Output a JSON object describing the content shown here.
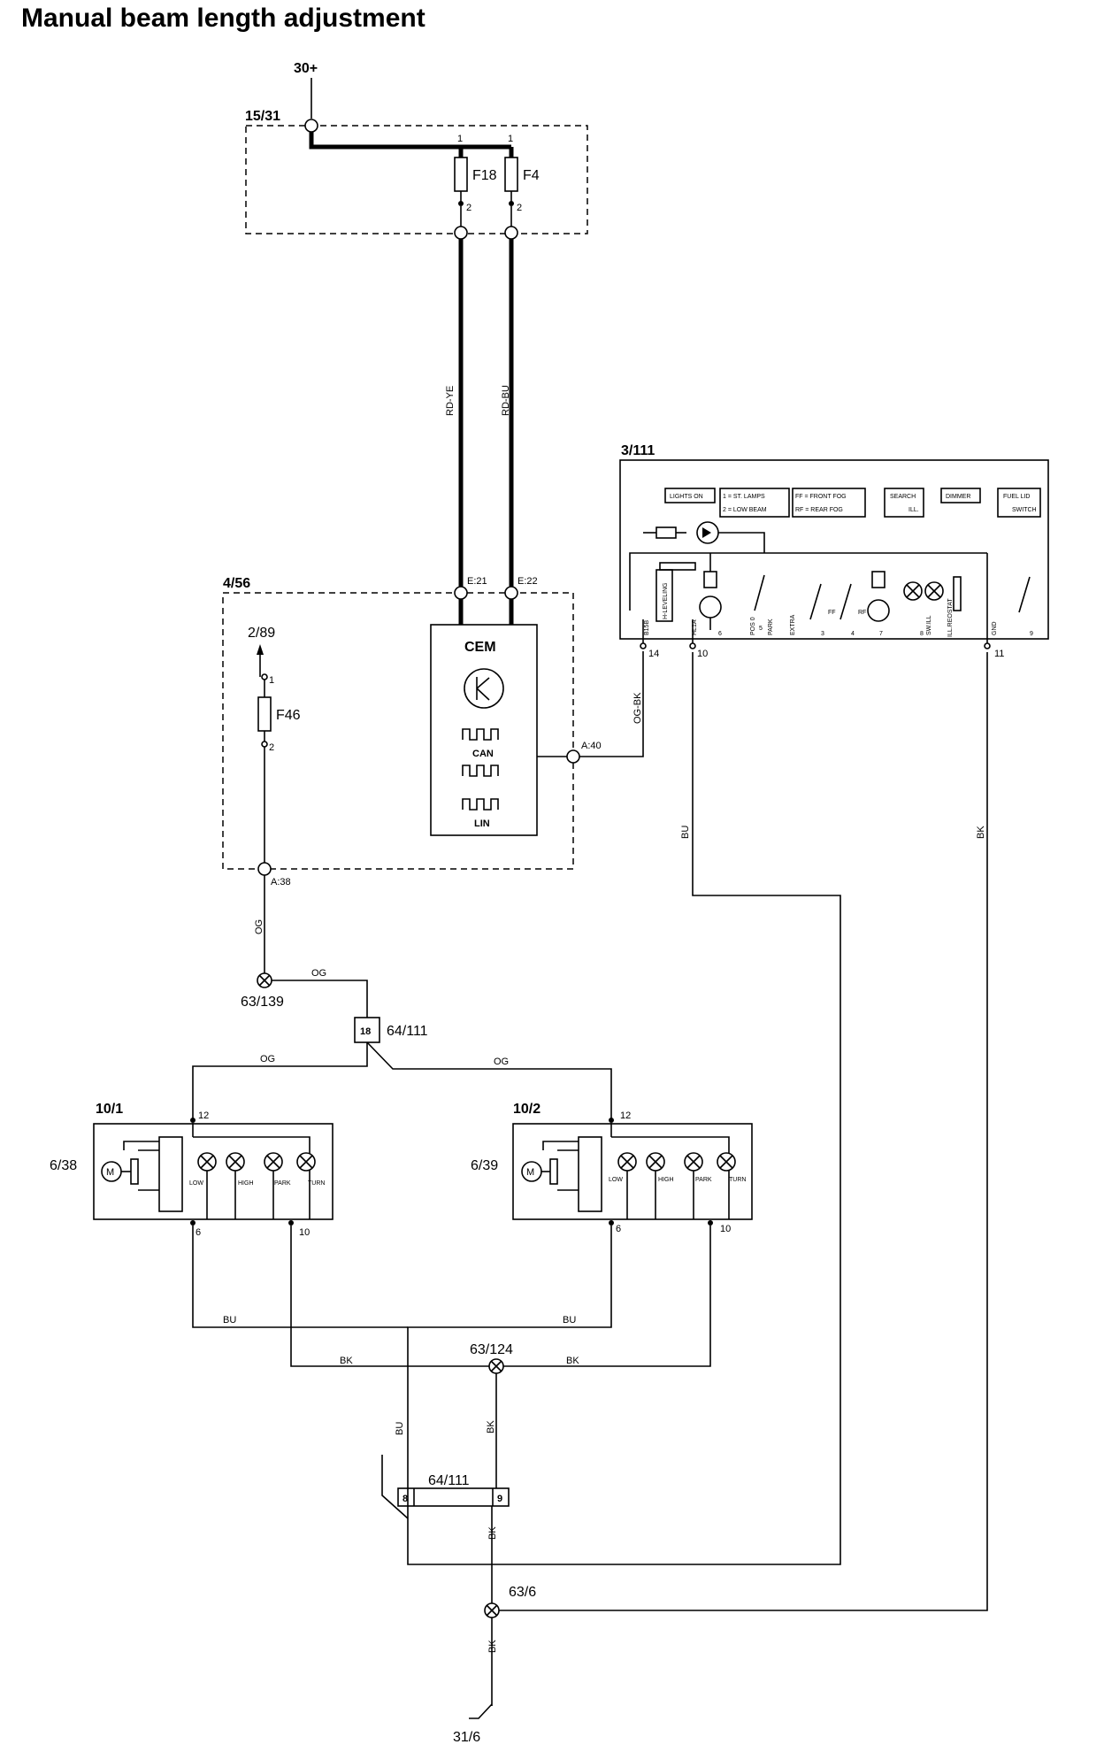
{
  "title": "Manual beam length adjustment",
  "supply": {
    "label": "30+"
  },
  "ground": {
    "label": "31/6"
  },
  "fuse_box": {
    "id": "15/31",
    "fuses": [
      {
        "name": "F18",
        "pin_in": "1",
        "pin_out": "2"
      },
      {
        "name": "F4",
        "pin_in": "1",
        "pin_out": "2"
      }
    ]
  },
  "wires": {
    "rd_ye": "RD-YE",
    "rd_bu": "RD-BU",
    "og_bk": "OG-BK",
    "og": "OG",
    "bu": "BU",
    "bk": "BK"
  },
  "cem_box": {
    "id": "4/56",
    "module": "CEM",
    "can": "CAN",
    "lin": "LIN",
    "pins": {
      "e21": "E:21",
      "e22": "E:22",
      "a40": "A:40",
      "a38": "A:38"
    },
    "fuse": {
      "name": "F46",
      "pin_in": "1",
      "pin_out": "2"
    },
    "feed_ref": "2/89"
  },
  "light_switch": {
    "id": "3/111",
    "buttons": [
      {
        "lines": [
          "LIGHTS ON"
        ]
      },
      {
        "lines": [
          "1 = ST. LAMPS",
          "2 = LOW BEAM"
        ]
      },
      {
        "lines": [
          "FF = FRONT FOG",
          "RF = REAR FOG"
        ]
      },
      {
        "lines": [
          "SEARCH",
          "ILL."
        ]
      },
      {
        "lines": [
          "DIMMER"
        ]
      },
      {
        "lines": [
          "FUEL LID",
          "SWITCH"
        ]
      }
    ],
    "inner_labels": [
      "H-LEVELING",
      "B15B",
      "HL1A",
      "POS 0",
      "PARK",
      "EXTRA",
      "FF",
      "RF",
      "SW.ILL",
      "ILL.REOSTAT",
      "GND"
    ],
    "pins": [
      "14",
      "10",
      "11"
    ],
    "small_pins": [
      "6",
      "5",
      "3",
      "4",
      "7",
      "8",
      "9"
    ]
  },
  "splices": {
    "og_splice": "63/139",
    "bk_splice": "63/124",
    "gnd_splice": "63/6"
  },
  "connector_top": {
    "id": "64/111",
    "pin": "18"
  },
  "connector_bottom": {
    "id": "64/111",
    "pins": [
      "8",
      "9"
    ]
  },
  "headlamp_left": {
    "id": "10/1",
    "motor": "6/38",
    "pins": {
      "top": "12",
      "bl": "6",
      "br": "10"
    },
    "lamps": [
      "LOW",
      "HIGH",
      "PARK",
      "TURN"
    ]
  },
  "headlamp_right": {
    "id": "10/2",
    "motor": "6/39",
    "pins": {
      "top": "12",
      "bl": "6",
      "br": "10"
    },
    "lamps": [
      "LOW",
      "HIGH",
      "PARK",
      "TURN"
    ]
  },
  "motor_symbol": "M"
}
